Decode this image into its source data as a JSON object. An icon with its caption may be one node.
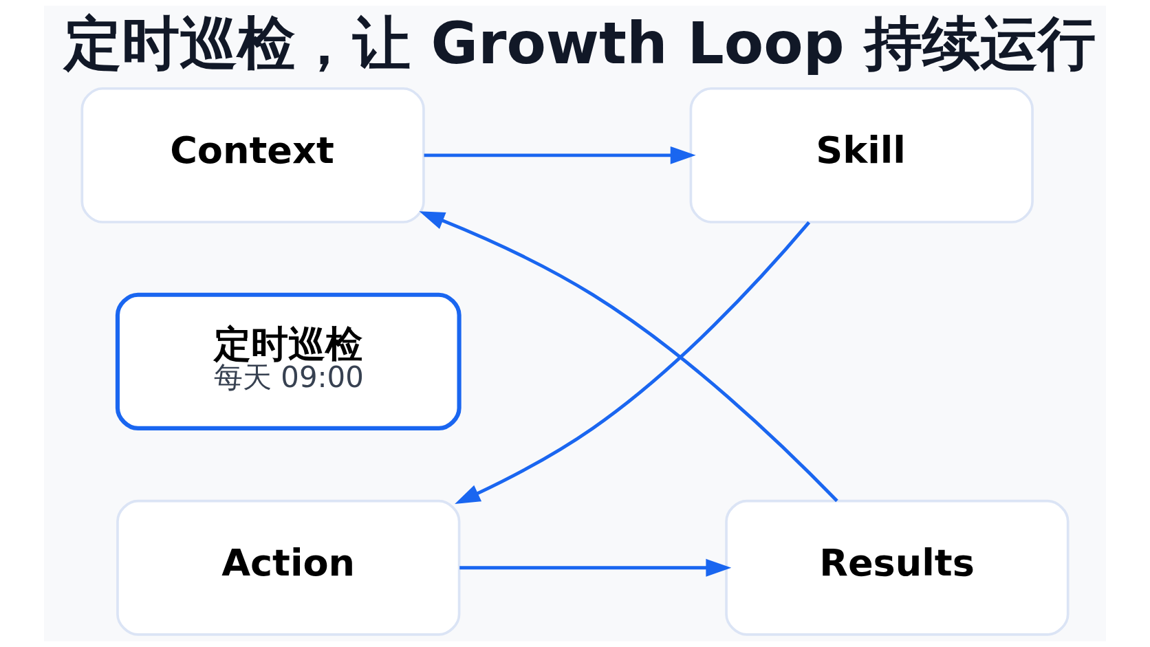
{
  "diagram": {
    "title": "定时巡检，让 Growth Loop 持续运行",
    "nodes": [
      {
        "text": [
          "Context"
        ]
      },
      {
        "text": [
          "Skill"
        ]
      },
      {
        "text": [
          "Action"
        ]
      },
      {
        "text": [
          "Results"
        ]
      },
      {
        "text": [
          "定时巡检",
          "每天 09:00"
        ]
      }
    ],
    "edges": [
      {
        "from": 0,
        "to": 1,
        "arrow": "to"
      },
      {
        "from": 1,
        "to": 2,
        "arrow": "to"
      },
      {
        "from": 2,
        "to": 3,
        "arrow": "to"
      },
      {
        "from": 3,
        "to": 0,
        "arrow": "to"
      }
    ]
  }
}
